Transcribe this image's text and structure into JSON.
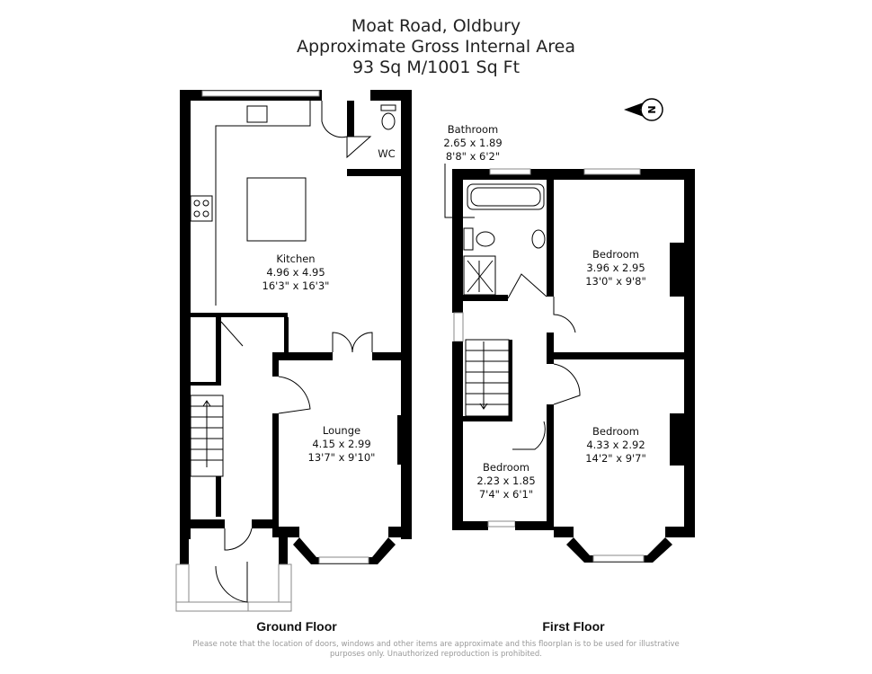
{
  "header": {
    "address": "Moat Road, Oldbury",
    "subtitle": "Approximate Gross Internal Area",
    "area": "93 Sq M/1001 Sq Ft"
  },
  "compass": {
    "label": "N",
    "icon": "north-arrow-icon"
  },
  "ground_floor": {
    "label": "Ground Floor",
    "rooms": [
      {
        "name": "Kitchen",
        "metric": "4.96 x 4.95",
        "imperial": "16'3\" x 16'3\""
      },
      {
        "name": "WC"
      },
      {
        "name": "Lounge",
        "metric": "4.15 x 2.99",
        "imperial": "13'7\" x 9'10\""
      }
    ]
  },
  "first_floor": {
    "label": "First Floor",
    "rooms": [
      {
        "name": "Bathroom",
        "metric": "2.65 x 1.89",
        "imperial": "8'8\" x 6'2\""
      },
      {
        "name": "Bedroom",
        "metric": "3.96 x 2.95",
        "imperial": "13'0\" x 9'8\""
      },
      {
        "name": "Bedroom",
        "metric": "4.33 x 2.92",
        "imperial": "14'2\" x 9'7\""
      },
      {
        "name": "Bedroom",
        "metric": "2.23 x 1.85",
        "imperial": "7'4\" x 6'1\""
      }
    ]
  },
  "disclaimer": "Please note that the location of doors, windows and other items are approximate and this floorplan is to be used for illustrative purposes only. Unauthorized reproduction is prohibited."
}
